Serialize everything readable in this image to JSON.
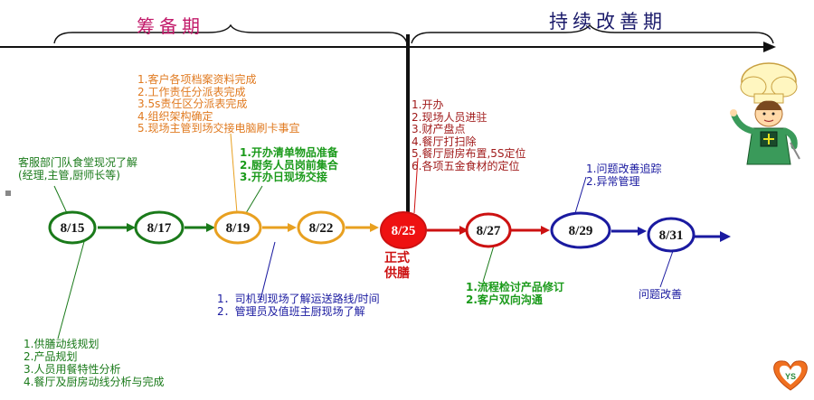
{
  "phases": {
    "prep": "筹备期",
    "improve": "持续改善期"
  },
  "colors": {
    "green": "#1a7a1a",
    "orange": "#e8a020",
    "red": "#cc1111",
    "blue": "#1a1aa0",
    "dark": "#111111",
    "phase_prep": "#c21a6a",
    "phase_improve": "#1a1a6a",
    "brown": "#a04a1a"
  },
  "nodes": [
    {
      "label": "8/15",
      "color": "green"
    },
    {
      "label": "8/17",
      "color": "green"
    },
    {
      "label": "8/19",
      "color": "orange"
    },
    {
      "label": "8/22",
      "color": "orange"
    },
    {
      "label": "8/25",
      "color": "red",
      "filled": true
    },
    {
      "label": "8/27",
      "color": "red"
    },
    {
      "label": "8/29",
      "color": "blue"
    },
    {
      "label": "8/31",
      "color": "blue"
    }
  ],
  "launch_label": [
    "正式",
    "供膳"
  ],
  "notes": {
    "n815_top": [
      "客服部门队食堂现况了解",
      "(经理,主管,厨师长等)"
    ],
    "n815_bottom": [
      "1.供膳动线规划",
      "2.产品规划",
      "3.人员用餐特性分析",
      "4.餐厅及厨房动线分析与完成"
    ],
    "n819_top": [
      "1.客户各项档案资料完成",
      "2.工作责任分派表完成",
      "3.5s责任区分派表完成",
      "4.组织架构确定",
      "5.现场主管到场交接电脑刷卡事宜"
    ],
    "n819_green": [
      "1.开办清单物品准备",
      "2.厨务人员岗前集合",
      "3.开办日现场交接"
    ],
    "n822_bottom": [
      "1．司机到现场了解运送路线/时间",
      "2．管理员及值班主厨现场了解"
    ],
    "n825_top": [
      "1.开办",
      "2.现场人员进驻",
      "3.财产盘点",
      "4.餐厅打扫除",
      "5.餐厅厨房布置,5S定位",
      "6.各项五金食材的定位"
    ],
    "n827_bottom": [
      "1.流程检讨产品修订",
      "2.客户双向沟通"
    ],
    "n829_top": [
      "1.问题改善追踪",
      "2.异常管理"
    ],
    "n831_bottom": [
      "问题改善"
    ]
  }
}
